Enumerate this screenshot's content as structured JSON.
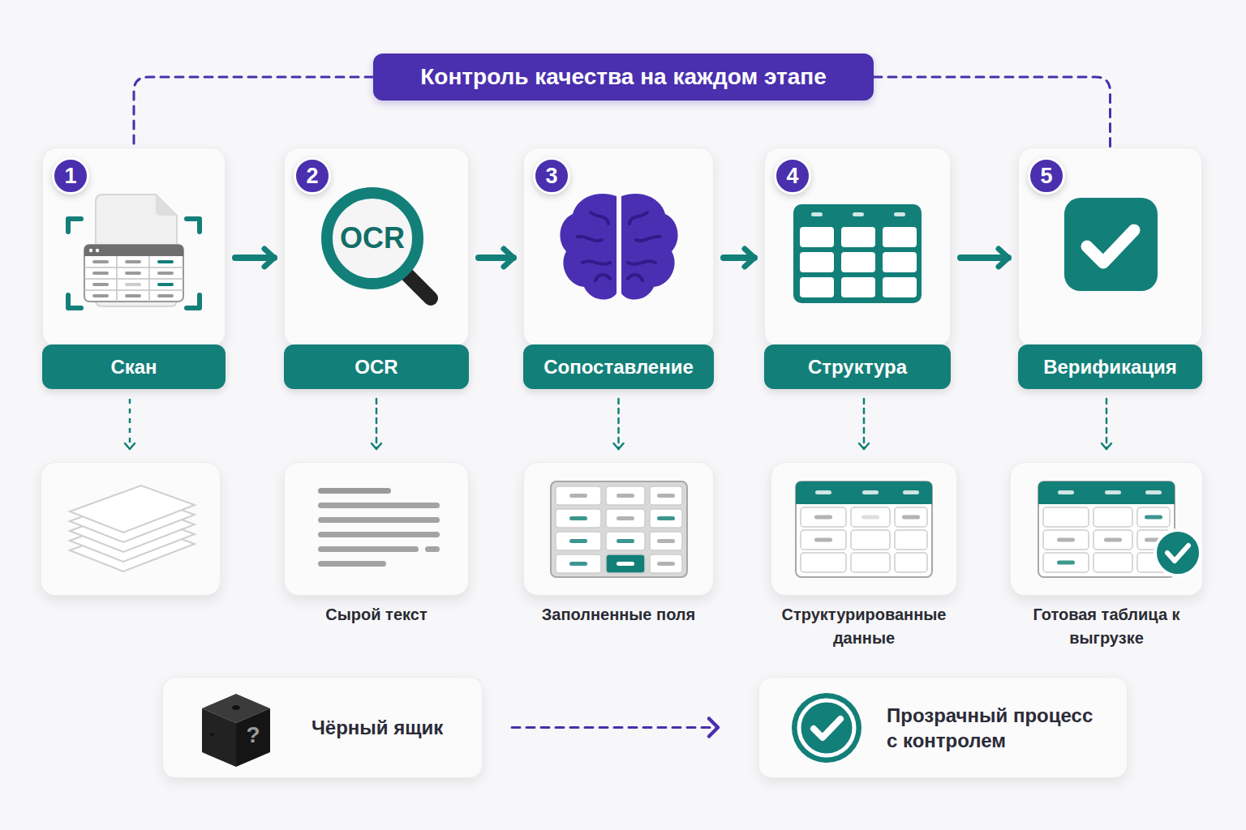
{
  "diagram": {
    "nodes": [
      {
        "text": [
          "Контроль качества на каждом этапе"
        ]
      },
      {
        "text": [
          "Скан"
        ]
      },
      {
        "text": [
          "1"
        ],
        "in": 1
      },
      {
        "text": [
          "OCR"
        ]
      },
      {
        "text": [
          "2"
        ],
        "in": 3
      },
      {
        "text": [
          "Сопоставление"
        ]
      },
      {
        "text": [
          "3"
        ],
        "in": 5
      },
      {
        "text": [
          "Структура"
        ]
      },
      {
        "text": [
          "4"
        ],
        "in": 7
      },
      {
        "text": [
          "Верификация"
        ]
      },
      {
        "text": [
          "5"
        ],
        "in": 9
      },
      {
        "text": [
          "Сырой текст"
        ]
      },
      {
        "text": [
          "Заполненные поля"
        ]
      },
      {
        "text": [
          "Структурированные данные"
        ]
      },
      {
        "text": [
          "Готовая таблица к выгрузке"
        ]
      },
      {
        "text": [
          "Чёрный ящик"
        ]
      },
      {
        "text": [
          "Прозрачный процесс с контролем"
        ]
      }
    ],
    "edges": [
      {
        "from": 0,
        "to": 1,
        "arrow": "none"
      },
      {
        "from": 0,
        "to": 9,
        "arrow": "none"
      },
      {
        "from": 1,
        "to": 3,
        "arrow": "to"
      },
      {
        "from": 3,
        "to": 5,
        "arrow": "to"
      },
      {
        "from": 5,
        "to": 7,
        "arrow": "to"
      },
      {
        "from": 7,
        "to": 9,
        "arrow": "to"
      },
      {
        "from": 3,
        "to": 11,
        "arrow": "to"
      },
      {
        "from": 5,
        "to": 12,
        "arrow": "to"
      },
      {
        "from": 7,
        "to": 13,
        "arrow": "to"
      },
      {
        "from": 9,
        "to": 14,
        "arrow": "to"
      },
      {
        "from": 15,
        "to": 16,
        "arrow": "to"
      }
    ],
    "labels": [
      "OCR",
      "?"
    ]
  }
}
